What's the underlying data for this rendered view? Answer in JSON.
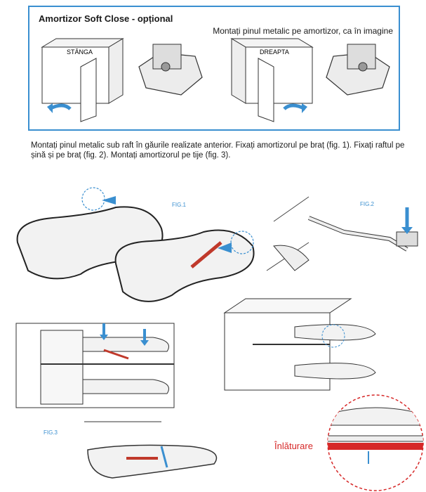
{
  "box": {
    "title": "Amortizor Soft Close - opțional",
    "note": "Montați pinul metalic pe amortizor, ca în imagine",
    "left_label": "STÂNGA",
    "right_label": "DREAPTA"
  },
  "instructions": "Montați pinul metalic sub raft în găurile realizate anterior. Fixați amortizorul pe braț (fig. 1). Fixați raftul pe șină și pe braț (fig. 2). Montați amortizorul pe tije (fig. 3).",
  "figures": {
    "fig1": "FIG.1",
    "fig2": "FIG.2",
    "fig3": "FIG.3"
  },
  "removal_label": "Înlăturare",
  "colors": {
    "accent": "#3a8fd0",
    "damper": "#c0392b",
    "remove": "#d62828"
  }
}
